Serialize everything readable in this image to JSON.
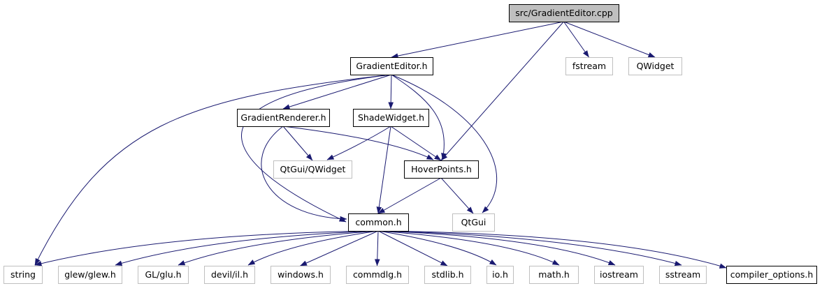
{
  "nodes": [
    {
      "id": "root",
      "label": "src/GradientEditor.cpp",
      "fill": "#bfbfbf",
      "stroke": "#000000",
      "text": "#000000"
    },
    {
      "id": "ge_h",
      "label": "GradientEditor.h",
      "fill": "#ffffff",
      "stroke": "#000000",
      "text": "#000000"
    },
    {
      "id": "fstream",
      "label": "fstream",
      "fill": "#ffffff",
      "stroke": "#bfbfbf",
      "text": "#000000"
    },
    {
      "id": "qwidget",
      "label": "QWidget",
      "fill": "#ffffff",
      "stroke": "#bfbfbf",
      "text": "#000000"
    },
    {
      "id": "gr_h",
      "label": "GradientRenderer.h",
      "fill": "#ffffff",
      "stroke": "#000000",
      "text": "#000000"
    },
    {
      "id": "sw_h",
      "label": "ShadeWidget.h",
      "fill": "#ffffff",
      "stroke": "#000000",
      "text": "#000000"
    },
    {
      "id": "qtgui_qwidget",
      "label": "QtGui/QWidget",
      "fill": "#ffffff",
      "stroke": "#bfbfbf",
      "text": "#000000"
    },
    {
      "id": "hp_h",
      "label": "HoverPoints.h",
      "fill": "#ffffff",
      "stroke": "#000000",
      "text": "#000000"
    },
    {
      "id": "common_h",
      "label": "common.h",
      "fill": "#ffffff",
      "stroke": "#000000",
      "text": "#000000"
    },
    {
      "id": "qtgui",
      "label": "QtGui",
      "fill": "#ffffff",
      "stroke": "#bfbfbf",
      "text": "#000000"
    },
    {
      "id": "string",
      "label": "string",
      "fill": "#ffffff",
      "stroke": "#bfbfbf",
      "text": "#000000"
    },
    {
      "id": "glew",
      "label": "glew/glew.h",
      "fill": "#ffffff",
      "stroke": "#bfbfbf",
      "text": "#000000"
    },
    {
      "id": "glu",
      "label": "GL/glu.h",
      "fill": "#ffffff",
      "stroke": "#bfbfbf",
      "text": "#000000"
    },
    {
      "id": "devil",
      "label": "devil/il.h",
      "fill": "#ffffff",
      "stroke": "#bfbfbf",
      "text": "#000000"
    },
    {
      "id": "windows",
      "label": "windows.h",
      "fill": "#ffffff",
      "stroke": "#bfbfbf",
      "text": "#000000"
    },
    {
      "id": "commdlg",
      "label": "commdlg.h",
      "fill": "#ffffff",
      "stroke": "#bfbfbf",
      "text": "#000000"
    },
    {
      "id": "stdlib",
      "label": "stdlib.h",
      "fill": "#ffffff",
      "stroke": "#bfbfbf",
      "text": "#000000"
    },
    {
      "id": "io",
      "label": "io.h",
      "fill": "#ffffff",
      "stroke": "#bfbfbf",
      "text": "#000000"
    },
    {
      "id": "math",
      "label": "math.h",
      "fill": "#ffffff",
      "stroke": "#bfbfbf",
      "text": "#000000"
    },
    {
      "id": "iostream",
      "label": "iostream",
      "fill": "#ffffff",
      "stroke": "#bfbfbf",
      "text": "#000000"
    },
    {
      "id": "sstream",
      "label": "sstream",
      "fill": "#ffffff",
      "stroke": "#bfbfbf",
      "text": "#000000"
    },
    {
      "id": "compiler_options",
      "label": "compiler_options.h",
      "fill": "#ffffff",
      "stroke": "#000000",
      "text": "#000000"
    }
  ],
  "edges": [
    {
      "from": "root",
      "to": "ge_h"
    },
    {
      "from": "root",
      "to": "fstream"
    },
    {
      "from": "root",
      "to": "qwidget"
    },
    {
      "from": "root",
      "to": "hp_h"
    },
    {
      "from": "ge_h",
      "to": "string"
    },
    {
      "from": "ge_h",
      "to": "common_h"
    },
    {
      "from": "ge_h",
      "to": "gr_h"
    },
    {
      "from": "ge_h",
      "to": "sw_h"
    },
    {
      "from": "ge_h",
      "to": "hp_h"
    },
    {
      "from": "ge_h",
      "to": "qtgui"
    },
    {
      "from": "gr_h",
      "to": "common_h"
    },
    {
      "from": "gr_h",
      "to": "qtgui_qwidget"
    },
    {
      "from": "gr_h",
      "to": "hp_h"
    },
    {
      "from": "sw_h",
      "to": "qtgui_qwidget"
    },
    {
      "from": "sw_h",
      "to": "hp_h"
    },
    {
      "from": "sw_h",
      "to": "common_h"
    },
    {
      "from": "hp_h",
      "to": "common_h"
    },
    {
      "from": "hp_h",
      "to": "qtgui"
    },
    {
      "from": "common_h",
      "to": "string"
    },
    {
      "from": "common_h",
      "to": "glew"
    },
    {
      "from": "common_h",
      "to": "glu"
    },
    {
      "from": "common_h",
      "to": "devil"
    },
    {
      "from": "common_h",
      "to": "windows"
    },
    {
      "from": "common_h",
      "to": "commdlg"
    },
    {
      "from": "common_h",
      "to": "stdlib"
    },
    {
      "from": "common_h",
      "to": "io"
    },
    {
      "from": "common_h",
      "to": "math"
    },
    {
      "from": "common_h",
      "to": "iostream"
    },
    {
      "from": "common_h",
      "to": "sstream"
    },
    {
      "from": "common_h",
      "to": "compiler_options"
    }
  ],
  "edge_color": "#191970"
}
